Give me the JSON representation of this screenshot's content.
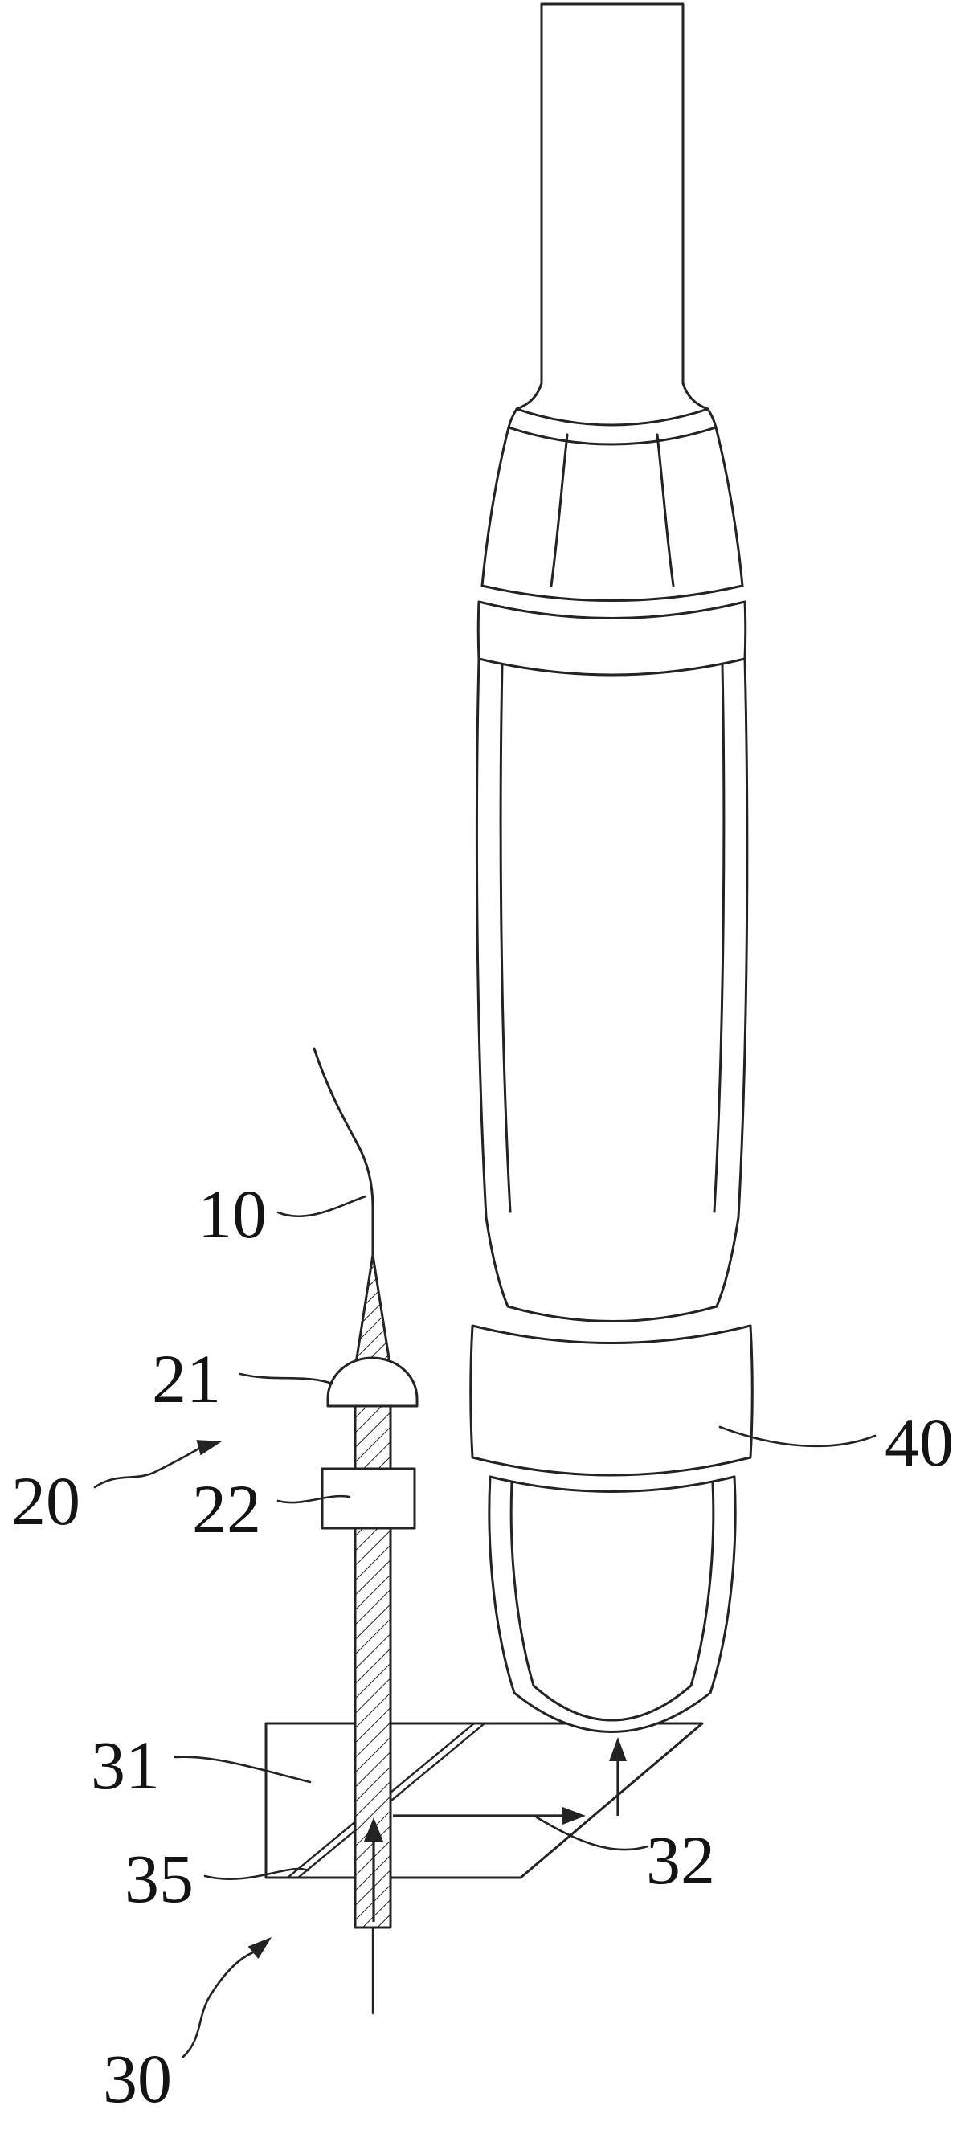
{
  "figure": {
    "background_color": "#ffffff",
    "line_color": "#232323",
    "text_color": "#141414",
    "reference_labels": {
      "r10": "10",
      "r20": "20",
      "r21": "21",
      "r22": "22",
      "r30": "30",
      "r31": "31",
      "r32": "32",
      "r35": "35",
      "r40": "40"
    }
  }
}
